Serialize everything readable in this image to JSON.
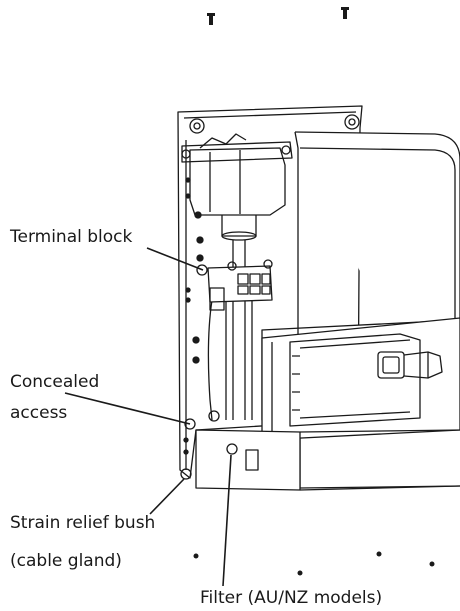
{
  "labels": {
    "terminal_block": "Terminal block",
    "concealed_access_line1": "Concealed",
    "concealed_access_line2": "access",
    "strain_relief_line1": "Strain relief bush",
    "strain_relief_line2": "(cable gland)",
    "filter": "Filter (AU/NZ models)"
  },
  "colors": {
    "line": "#1a1a1a",
    "fill": "#ffffff"
  }
}
